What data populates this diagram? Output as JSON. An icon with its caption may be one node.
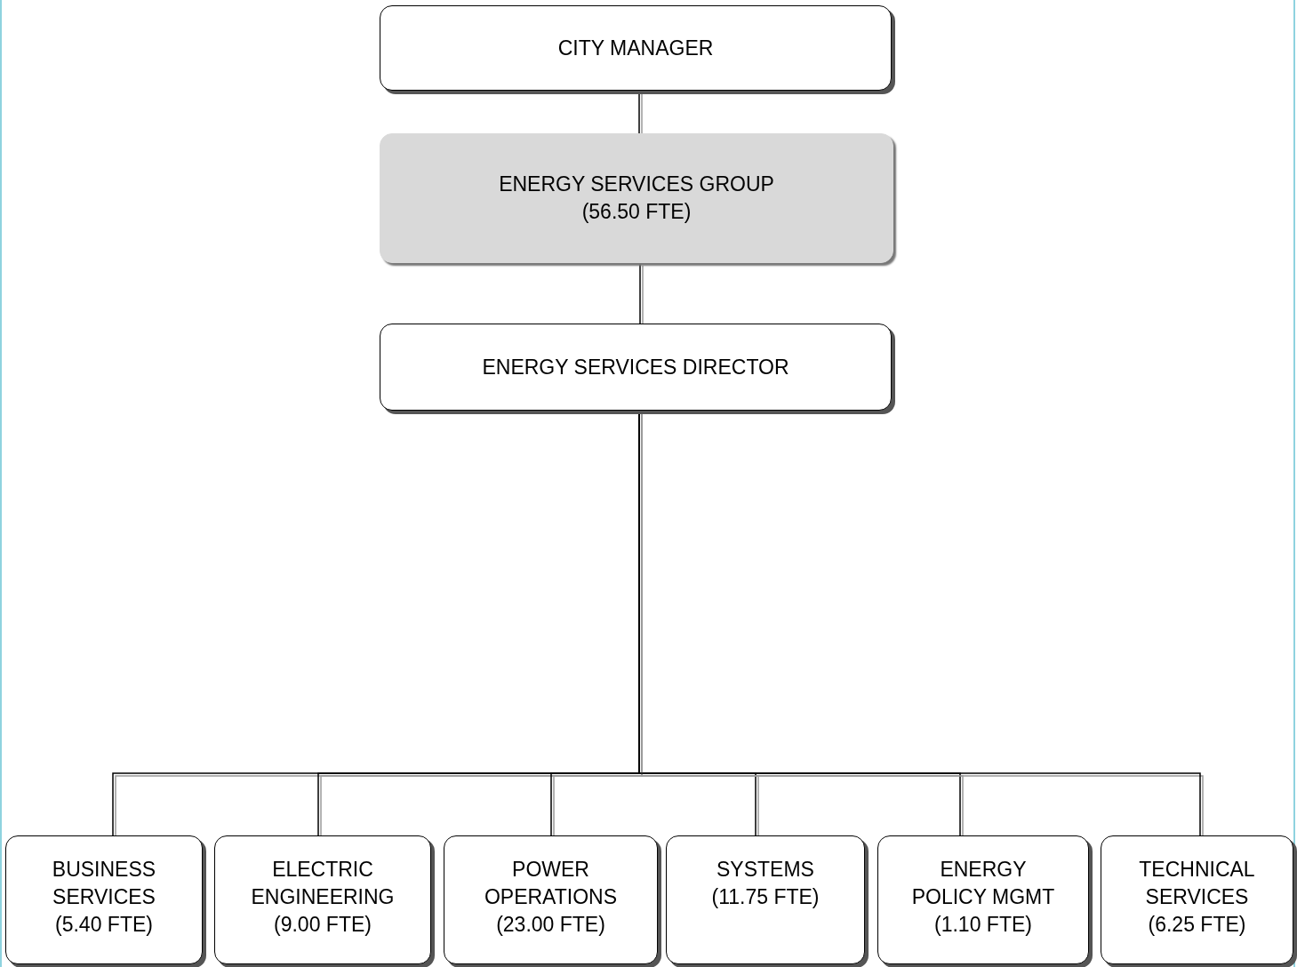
{
  "diagram": {
    "nodes": [
      {
        "text": [
          "CITY MANAGER"
        ]
      },
      {
        "text": [
          "ENERGY SERVICES GROUP",
          "(56.50 FTE)"
        ]
      },
      {
        "text": [
          "ENERGY SERVICES DIRECTOR"
        ]
      },
      {
        "text": [
          "BUSINESS SERVICES",
          "(5.40 FTE)"
        ]
      },
      {
        "text": [
          "ELECTRIC ENGINEERING",
          "(9.00 FTE)"
        ]
      },
      {
        "text": [
          "POWER OPERATIONS",
          "(23.00 FTE)"
        ]
      },
      {
        "text": [
          "SYSTEMS",
          "(11.75 FTE)"
        ]
      },
      {
        "text": [
          "ENERGY POLICY MGMT",
          "(1.10 FTE)"
        ]
      },
      {
        "text": [
          "TECHNICAL SERVICES",
          "(6.25 FTE)"
        ]
      }
    ],
    "edges": [
      {
        "from": 0,
        "to": 1,
        "arrow": "none"
      },
      {
        "from": 1,
        "to": 2,
        "arrow": "none"
      },
      {
        "from": 2,
        "to": 3,
        "arrow": "none"
      },
      {
        "from": 2,
        "to": 4,
        "arrow": "none"
      },
      {
        "from": 2,
        "to": 5,
        "arrow": "none"
      },
      {
        "from": 2,
        "to": 6,
        "arrow": "none"
      },
      {
        "from": 2,
        "to": 7,
        "arrow": "none"
      },
      {
        "from": 2,
        "to": 8,
        "arrow": "none"
      }
    ]
  }
}
